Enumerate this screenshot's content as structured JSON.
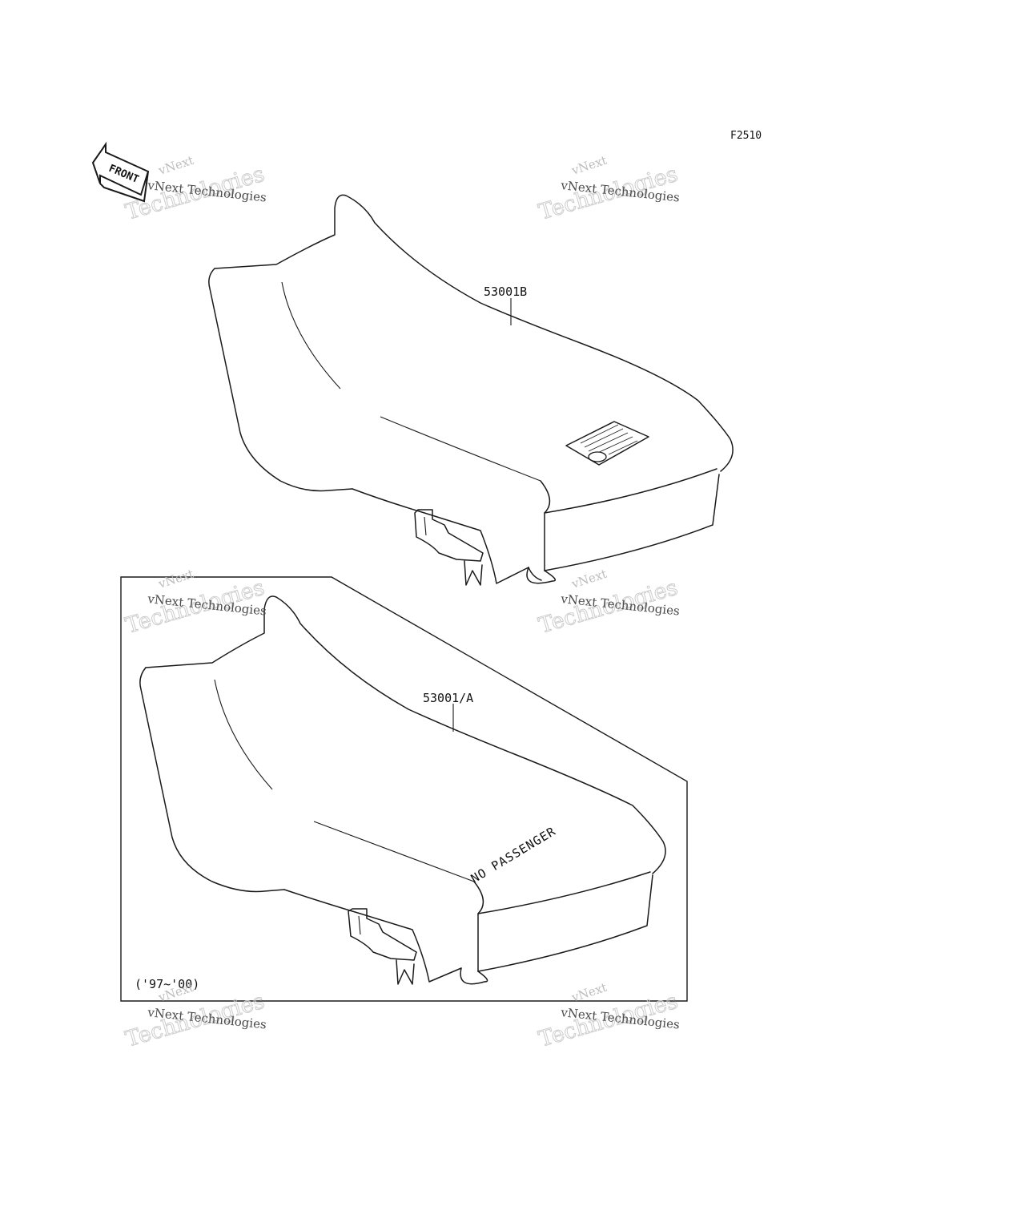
{
  "figure_code": "F2510",
  "front_indicator": {
    "label": "FRONT",
    "icon": "front-arrow-icon"
  },
  "parts": [
    {
      "ref": "53001B"
    },
    {
      "ref": "53001/A",
      "seat_text": "NO PASSENGER",
      "note": "('97~'00)"
    }
  ],
  "watermark": {
    "line1": "vNext",
    "line2": "vNext Technologies",
    "line3": "Technologies"
  },
  "colors": {
    "line": "#1a1a1a",
    "watermark": "#c8c8c8",
    "background": "#ffffff"
  }
}
